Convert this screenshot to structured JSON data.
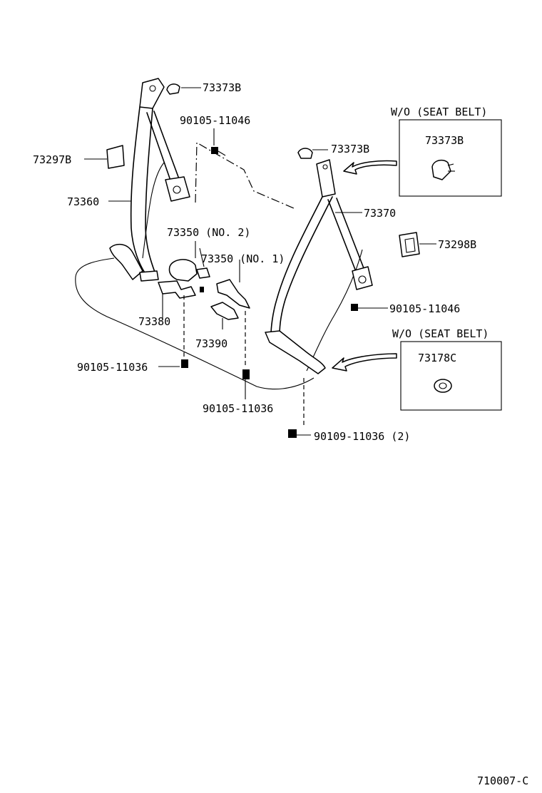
{
  "labels": {
    "p73373b_top": "73373B",
    "p90105_11046_top": "90105-11046",
    "p73297b": "73297B",
    "p73360": "73360",
    "p73373b_mid": "73373B",
    "p73370": "73370",
    "p73298b": "73298B",
    "p73350_no2": "73350 (NO. 2)",
    "p73350_no1": "73350 (NO. 1)",
    "p73380": "73380",
    "p73390": "73390",
    "p90105_11046_right": "90105-11046",
    "p90105_11036_left": "90105-11036",
    "p90105_11036_bottom": "90105-11036",
    "p90109_11036": "90109-11036 (2)"
  },
  "boxes": {
    "box1": {
      "title": "W/O (SEAT BELT)",
      "part": "73373B"
    },
    "box2": {
      "title": "W/O (SEAT BELT)",
      "part": "73178C"
    }
  },
  "footer": {
    "code": "710007-C"
  }
}
